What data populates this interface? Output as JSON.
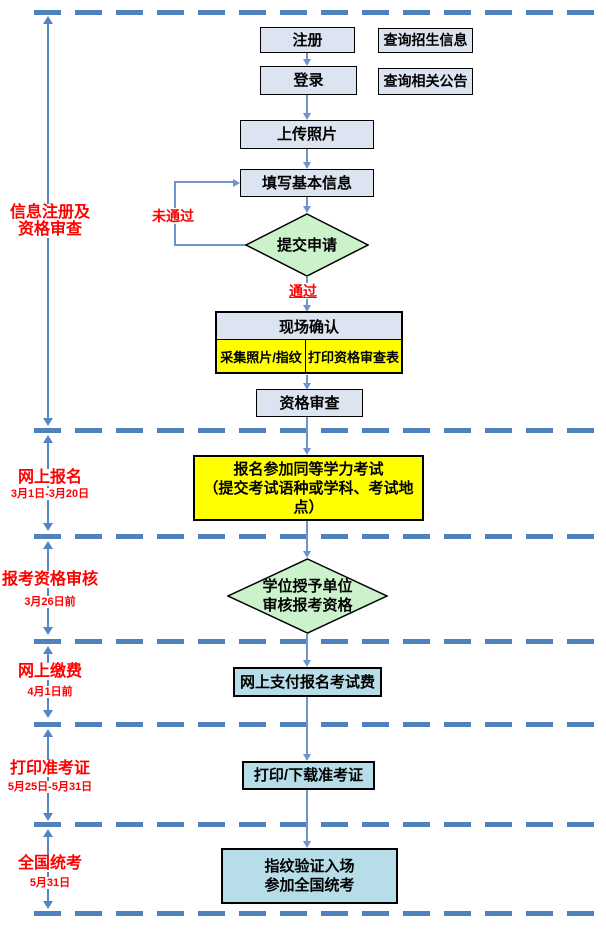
{
  "colors": {
    "divider_blue": "#4F81BD",
    "connector_blue": "#6D94CD",
    "box_fill_lavender": "#DCE4F1",
    "diamond_fill_green": "#CCF2CC",
    "highlight_yellow": "#FFFF00",
    "stage_fill_cyan": "#B7DEE8",
    "label_red": "#FF0000"
  },
  "sections": [
    {
      "label": "信息注册及",
      "label2": "资格审查",
      "date": ""
    },
    {
      "label": "网上报名",
      "date": "3月1日-3月20日"
    },
    {
      "label": "报考资格审核",
      "date": "3月26日前"
    },
    {
      "label": "网上缴费",
      "date": "4月1日前"
    },
    {
      "label": "打印准考证",
      "date": "5月25日-5月31日"
    },
    {
      "label": "全国统考",
      "date": "5月31日"
    }
  ],
  "flow": {
    "register": "注册",
    "login": "登录",
    "query_admission_info": "查询招生信息",
    "query_notices": "查询相关公告",
    "upload_photo": "上传照片",
    "fill_basic_info": "填写基本信息",
    "submit_application": "提交申请",
    "not_passed": "未通过",
    "passed": "通过",
    "onsite_confirm": "现场确认",
    "collect_photo_fingerprint": "采集照片/指纹",
    "print_review_form": "打印资格审查表",
    "qualification_review": "资格审查",
    "signup_line1": "报名参加同等学力考试",
    "signup_line2": "（提交考试语种或学科、考试地点）",
    "degree_unit_line1": "学位授予单位",
    "degree_unit_line2": "审核报考资格",
    "pay_online": "网上支付报名考试费",
    "print_ticket": "打印/下载准考证",
    "exam_line1": "指纹验证入场",
    "exam_line2": "参加全国统考"
  }
}
